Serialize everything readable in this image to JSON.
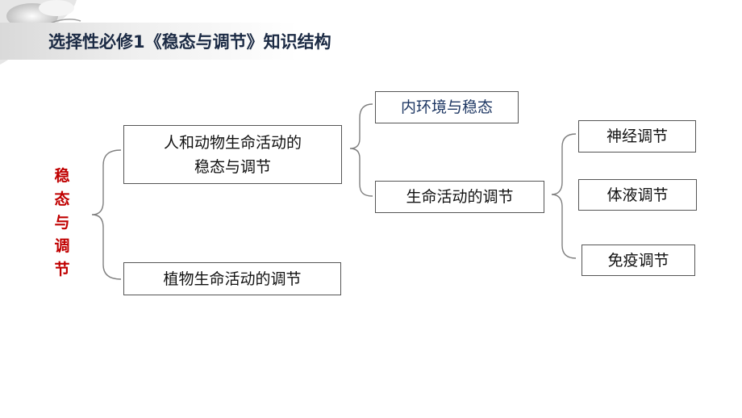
{
  "title": "选择性必修1《稳态与调节》知识结构",
  "root": "稳\n态\n与\n调\n节",
  "level1": {
    "animal": "人和动物生命活动的\n稳态与调节",
    "plant": "植物生命活动的调节"
  },
  "level2": {
    "internal_env": "内环境与稳态",
    "regulation": "生命活动的调节"
  },
  "level3": {
    "neural": "神经调节",
    "humoral": "体液调节",
    "immune": "免疫调节"
  },
  "colors": {
    "root_text": "#c00000",
    "title_text": "#1b2a44",
    "internal_env_text": "#1f3864",
    "line": "#7f7f7f"
  }
}
